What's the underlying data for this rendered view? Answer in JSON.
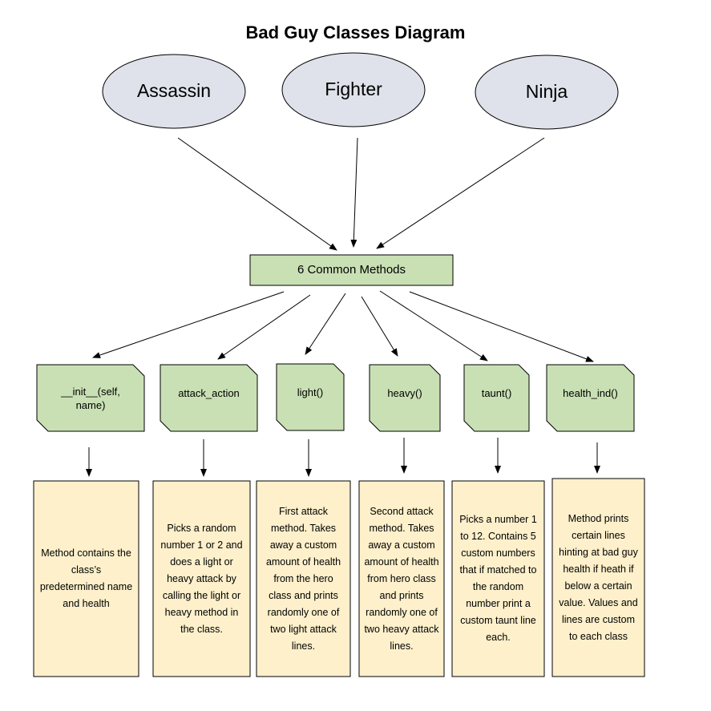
{
  "title": "Bad Guy Classes Diagram",
  "colors": {
    "class_fill": "#dfe2ea",
    "method_fill": "#c9e0b4",
    "desc_fill": "#fdf0cb",
    "stroke": "#000000"
  },
  "classes": [
    "Assassin",
    "Fighter",
    "Ninja"
  ],
  "common": "6 Common Methods",
  "methods": [
    {
      "name": "__init__(self, name)",
      "description": "Method contains the class’s predetermined name and health"
    },
    {
      "name": "attack_action",
      "description": "Picks a random number 1 or 2 and does a light or heavy attack by calling the light or heavy method in the class."
    },
    {
      "name": "light()",
      "description": "First attack method. Takes away a custom amount of health from the hero class and prints randomly one of two light attack lines."
    },
    {
      "name": "heavy()",
      "description": "Second attack method. Takes away a custom amount of health from hero class and prints randomly one of two heavy attack lines."
    },
    {
      "name": "taunt()",
      "description": "Picks a number 1 to 12. Contains 5 custom numbers that if matched to the random number print a custom taunt line each."
    },
    {
      "name": "health_ind()",
      "description": "Method prints certain lines hinting at bad guy health if heath if below a certain value. Values and lines are custom to each class"
    }
  ]
}
